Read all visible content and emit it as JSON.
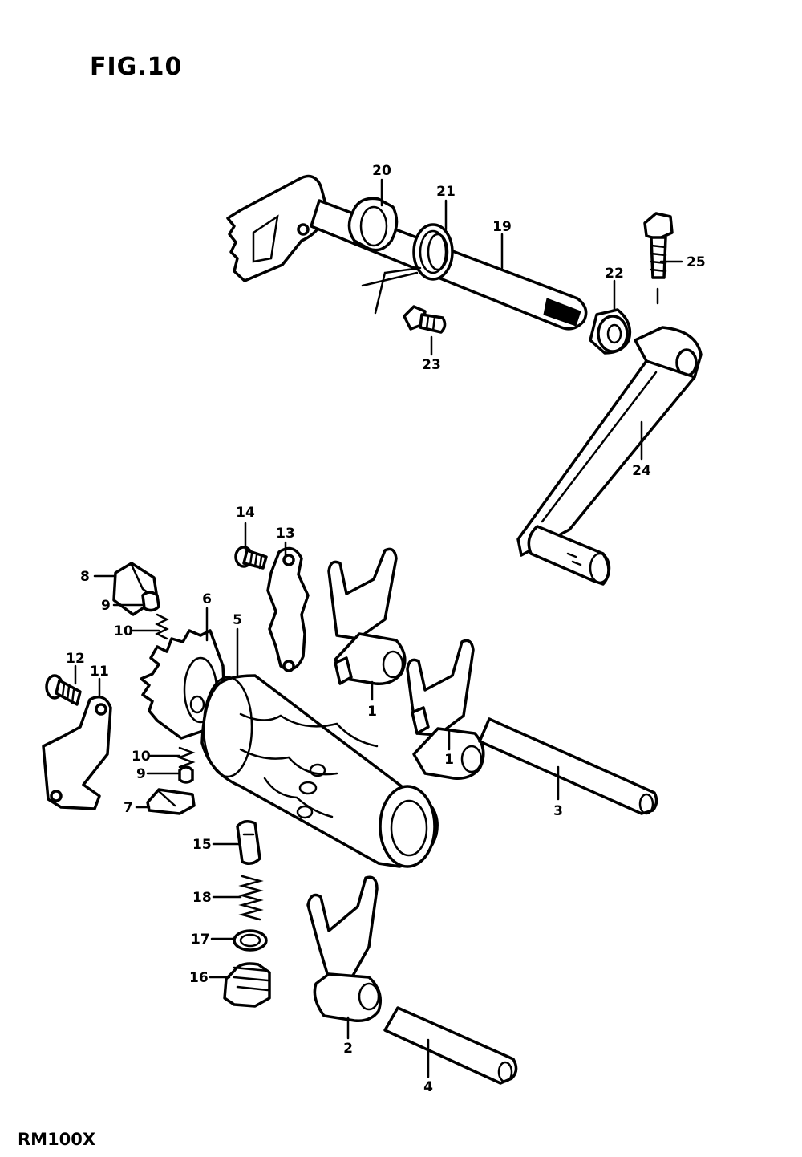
{
  "figure": {
    "title": "FIG.10",
    "model": "RM100X"
  },
  "callouts": [
    "1",
    "1",
    "2",
    "3",
    "4",
    "5",
    "6",
    "7",
    "8",
    "9",
    "9",
    "10",
    "10",
    "11",
    "12",
    "13",
    "14",
    "15",
    "16",
    "17",
    "18",
    "19",
    "20",
    "21",
    "22",
    "23",
    "24",
    "25"
  ]
}
